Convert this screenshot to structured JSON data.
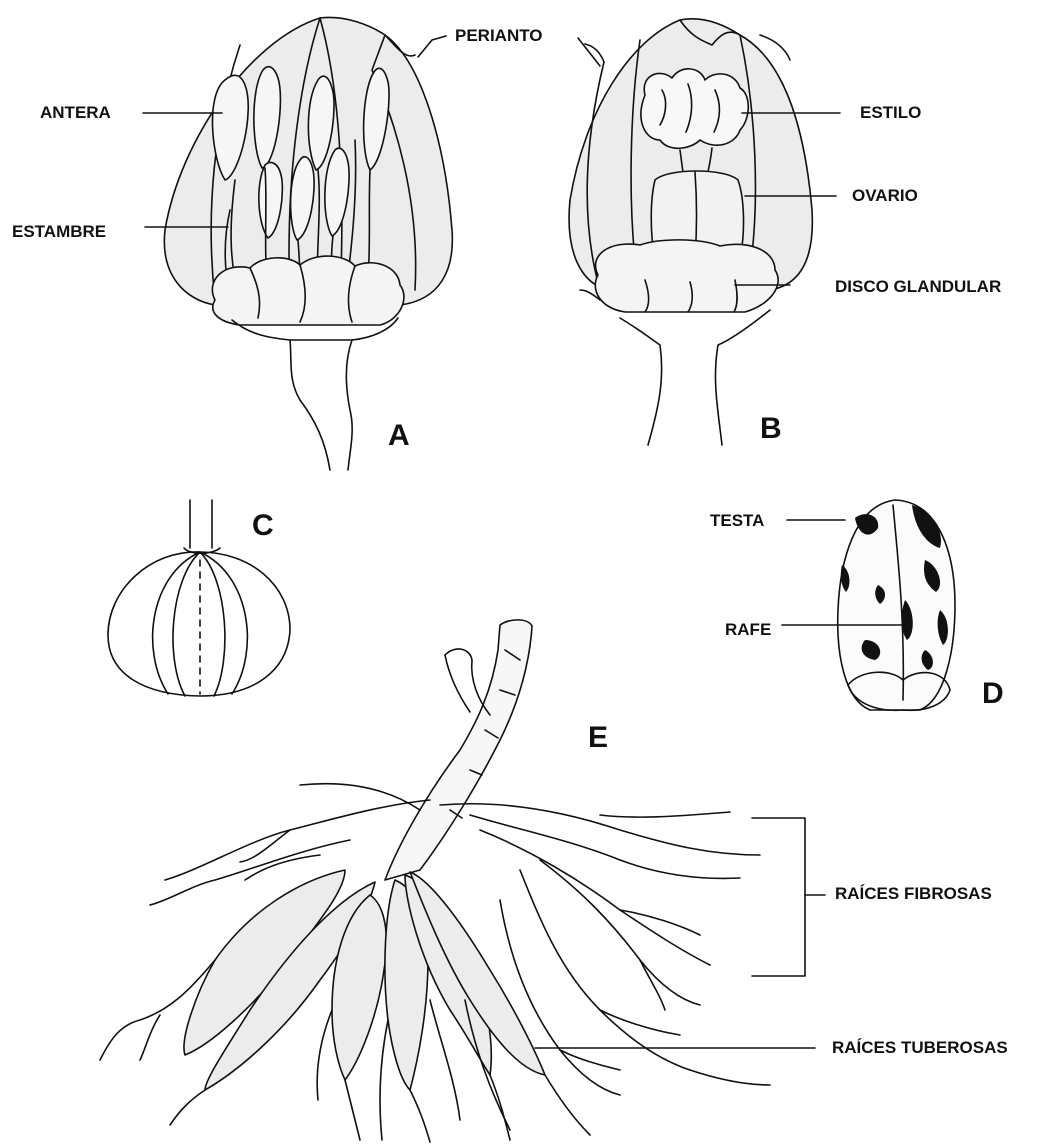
{
  "figures": {
    "a": {
      "letter": "A",
      "labels": {
        "antera": "ANTERA",
        "estambre": "ESTAMBRE",
        "perianto": "PERIANTO"
      }
    },
    "b": {
      "letter": "B",
      "labels": {
        "estilo": "ESTILO",
        "ovario": "OVARIO",
        "disco": "DISCO GLANDULAR"
      }
    },
    "c": {
      "letter": "C"
    },
    "d": {
      "letter": "D",
      "labels": {
        "testa": "TESTA",
        "rafe": "RAFE"
      }
    },
    "e": {
      "letter": "E",
      "labels": {
        "fibrosas": "RAÍCES FIBROSAS",
        "tuberosas": "RAÍCES TUBEROSAS"
      }
    }
  },
  "colors": {
    "ink": "#111111",
    "fill": "#ececec",
    "background": "#ffffff"
  }
}
